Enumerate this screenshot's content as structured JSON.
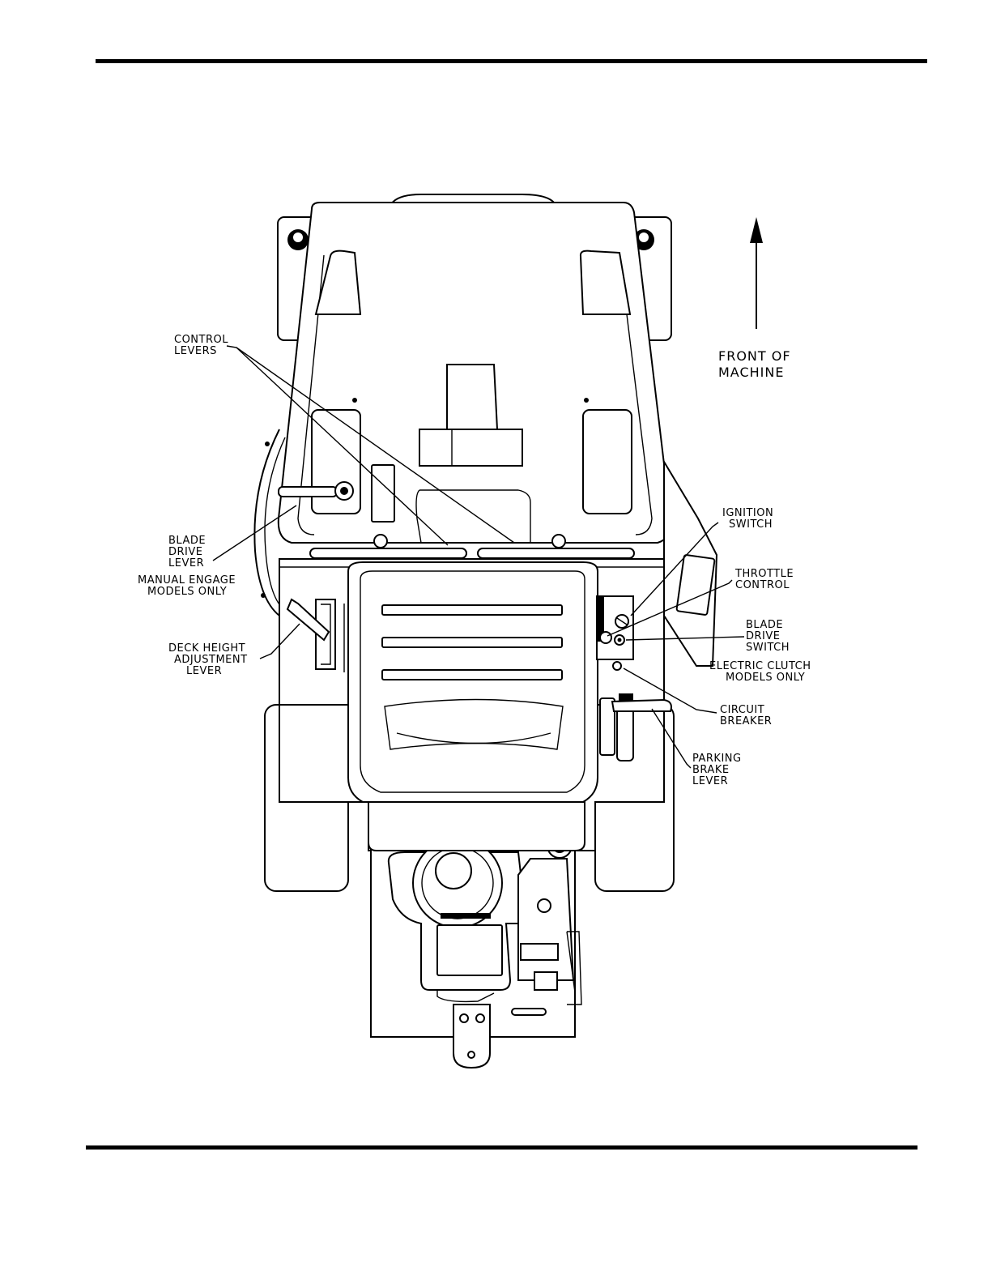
{
  "labels": {
    "control_levers": [
      "CONTROL",
      "LEVERS"
    ],
    "front_of_machine": [
      "FRONT OF",
      "MACHINE"
    ],
    "ignition_switch": [
      "IGNITION",
      "SWITCH"
    ],
    "blade_drive_lever": [
      "BLADE",
      "DRIVE",
      "LEVER"
    ],
    "manual_engage": [
      "MANUAL ENGAGE",
      "MODELS ONLY"
    ],
    "throttle_control": [
      "THROTTLE",
      "CONTROL"
    ],
    "blade_drive_switch": [
      "BLADE",
      "DRIVE",
      "SWITCH"
    ],
    "deck_height": [
      "DECK HEIGHT",
      "ADJUSTMENT",
      "LEVER"
    ],
    "electric_clutch": [
      "ELECTRIC CLUTCH",
      "MODELS ONLY"
    ],
    "circuit_breaker": [
      "CIRCUIT",
      "BREAKER"
    ],
    "parking_brake": [
      "PARKING",
      "BRAKE",
      "LEVER"
    ]
  }
}
